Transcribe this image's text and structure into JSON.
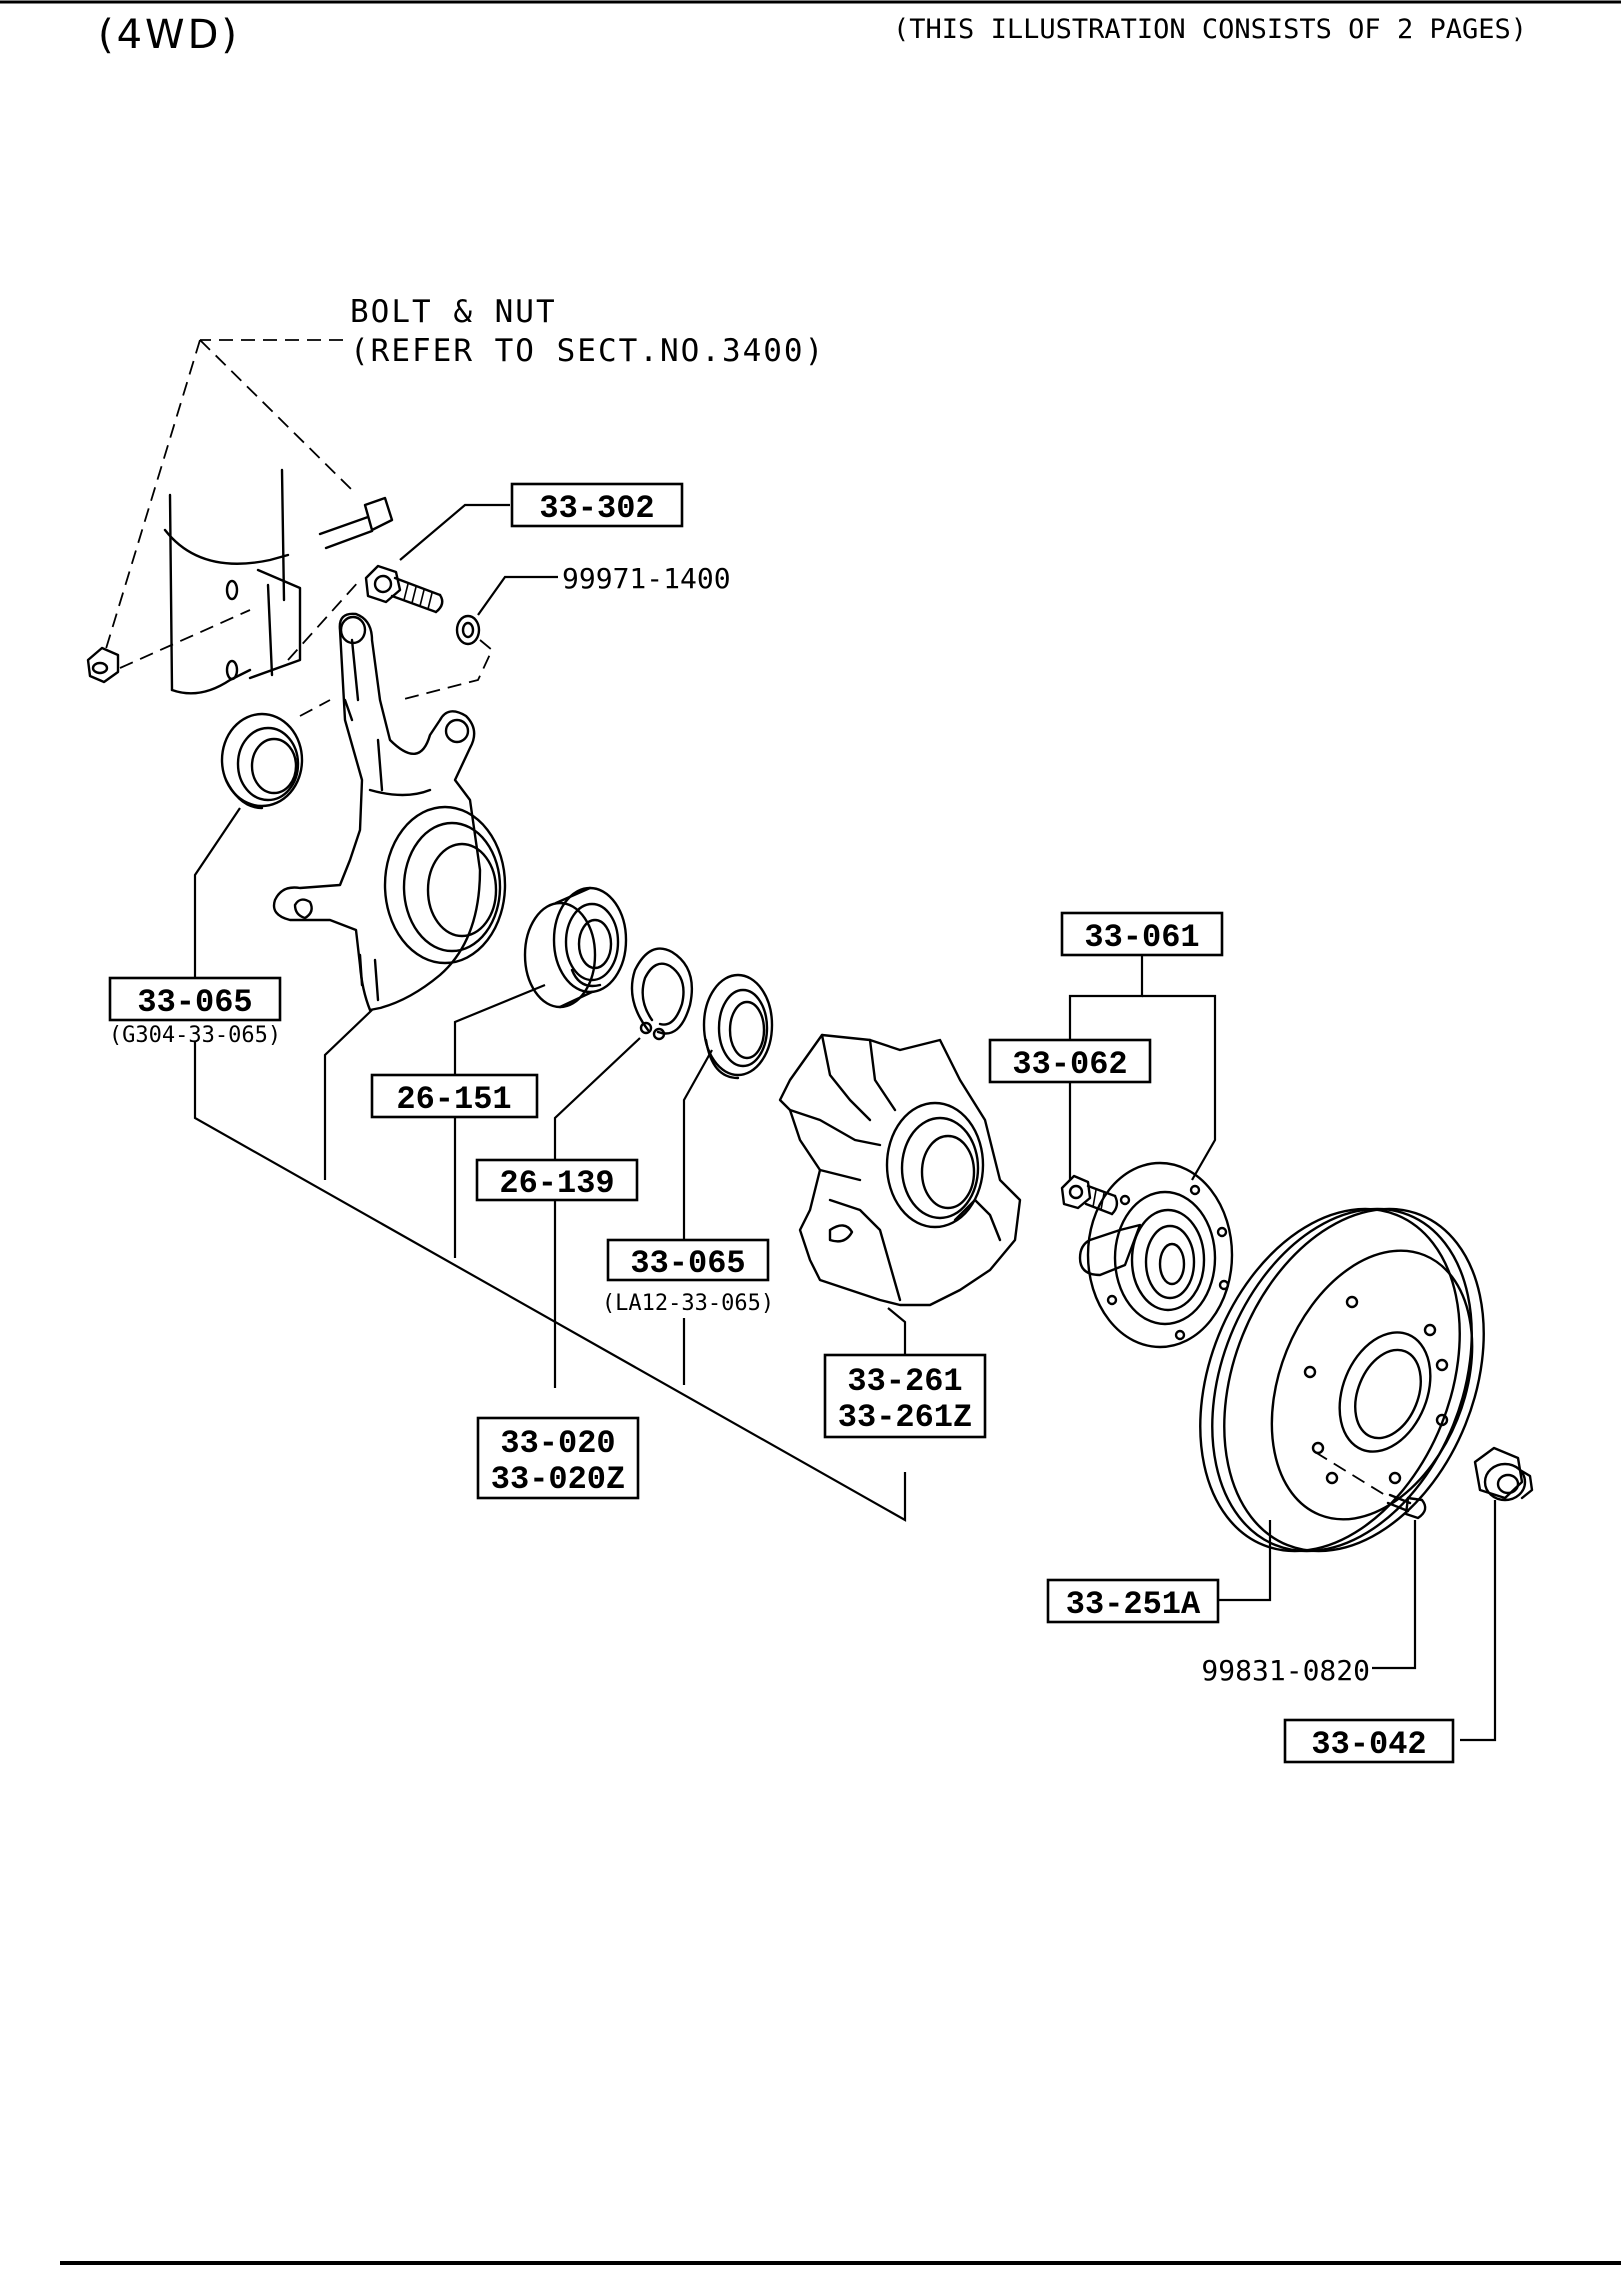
{
  "header": {
    "title": "(4WD)",
    "note": "(THIS ILLUSTRATION CONSISTS OF  2 PAGES)"
  },
  "notes": {
    "bolt_nut_line1": "BOLT & NUT",
    "bolt_nut_line2": "(REFER TO SECT.NO.3400)"
  },
  "labels": {
    "p33_302": "33-302",
    "p99971_1400": "99971-1400",
    "p33_065_a": "33-065",
    "p33_065_a_sub": "(G304-33-065)",
    "p26_151": "26-151",
    "p26_139": "26-139",
    "p33_065_b": "33-065",
    "p33_065_b_sub": "(LA12-33-065)",
    "p33_020_l1": "33-020",
    "p33_020_l2": "33-020Z",
    "p33_261_l1": "33-261",
    "p33_261_l2": "33-261Z",
    "p33_061": "33-061",
    "p33_062": "33-062",
    "p33_251a": "33-251A",
    "p99831_0820": "99831-0820",
    "p33_042": "33-042"
  }
}
